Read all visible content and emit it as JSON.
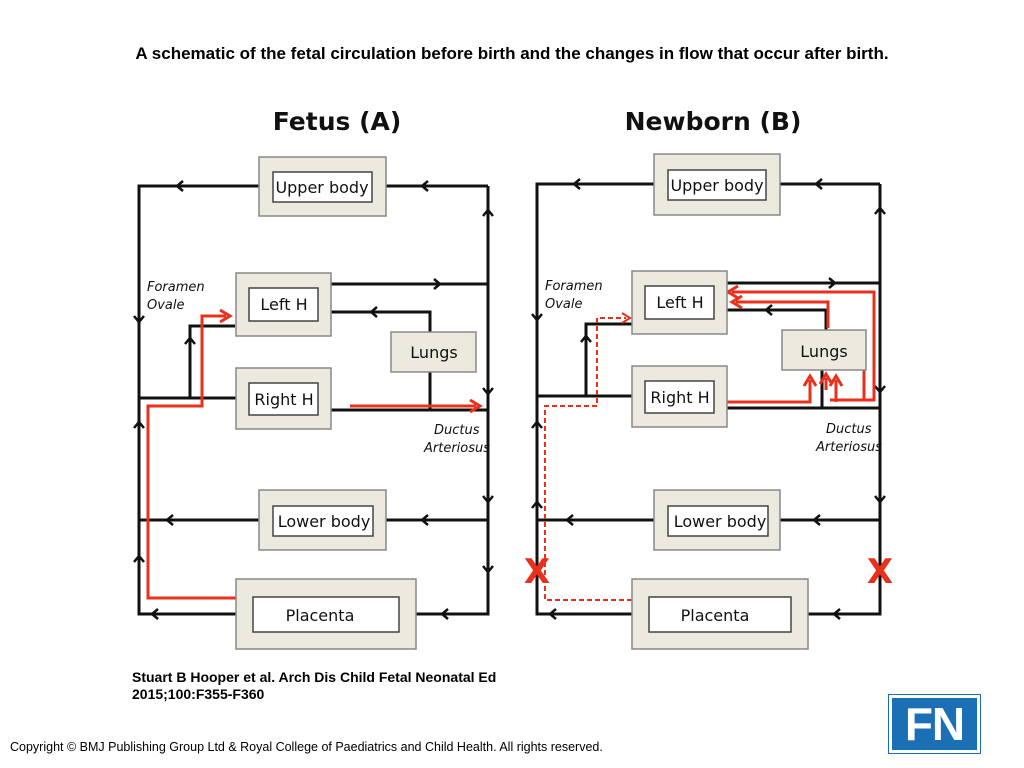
{
  "title": "A schematic of the fetal circulation before birth and the changes in flow that occur after birth.",
  "panels": {
    "fetus": {
      "heading": "Fetus (A)",
      "upper_body": "Upper body",
      "left_heart": "Left H",
      "lungs": "Lungs",
      "right_heart": "Right H",
      "lower_body": "Lower body",
      "placenta": "Placenta",
      "foramen_1": "Foramen",
      "foramen_2": "Ovale",
      "ductus_1": "Ductus",
      "ductus_2": "Arteriosus"
    },
    "newborn": {
      "heading": "Newborn (B)",
      "upper_body": "Upper body",
      "left_heart": "Left H",
      "lungs": "Lungs",
      "right_heart": "Right H",
      "lower_body": "Lower body",
      "placenta": "Placenta",
      "foramen_1": "Foramen",
      "foramen_2": "Ovale",
      "ductus_1": "Ductus",
      "ductus_2": "Arteriosus",
      "x_mark_left": "X",
      "x_mark_right": "X"
    }
  },
  "citation_line1": "Stuart B Hooper et al. Arch Dis Child Fetal Neonatal Ed",
  "citation_line2": "2015;100:F355-F360",
  "copyright": "Copyright © BMJ Publishing Group Ltd & Royal College of Paediatrics and Child Health. All rights reserved.",
  "logo_text": "FN",
  "colors": {
    "flow_red": "#e8301c",
    "flow_black": "#111111",
    "box_fill": "#ece9df",
    "logo_blue": "#1b6fb5"
  }
}
